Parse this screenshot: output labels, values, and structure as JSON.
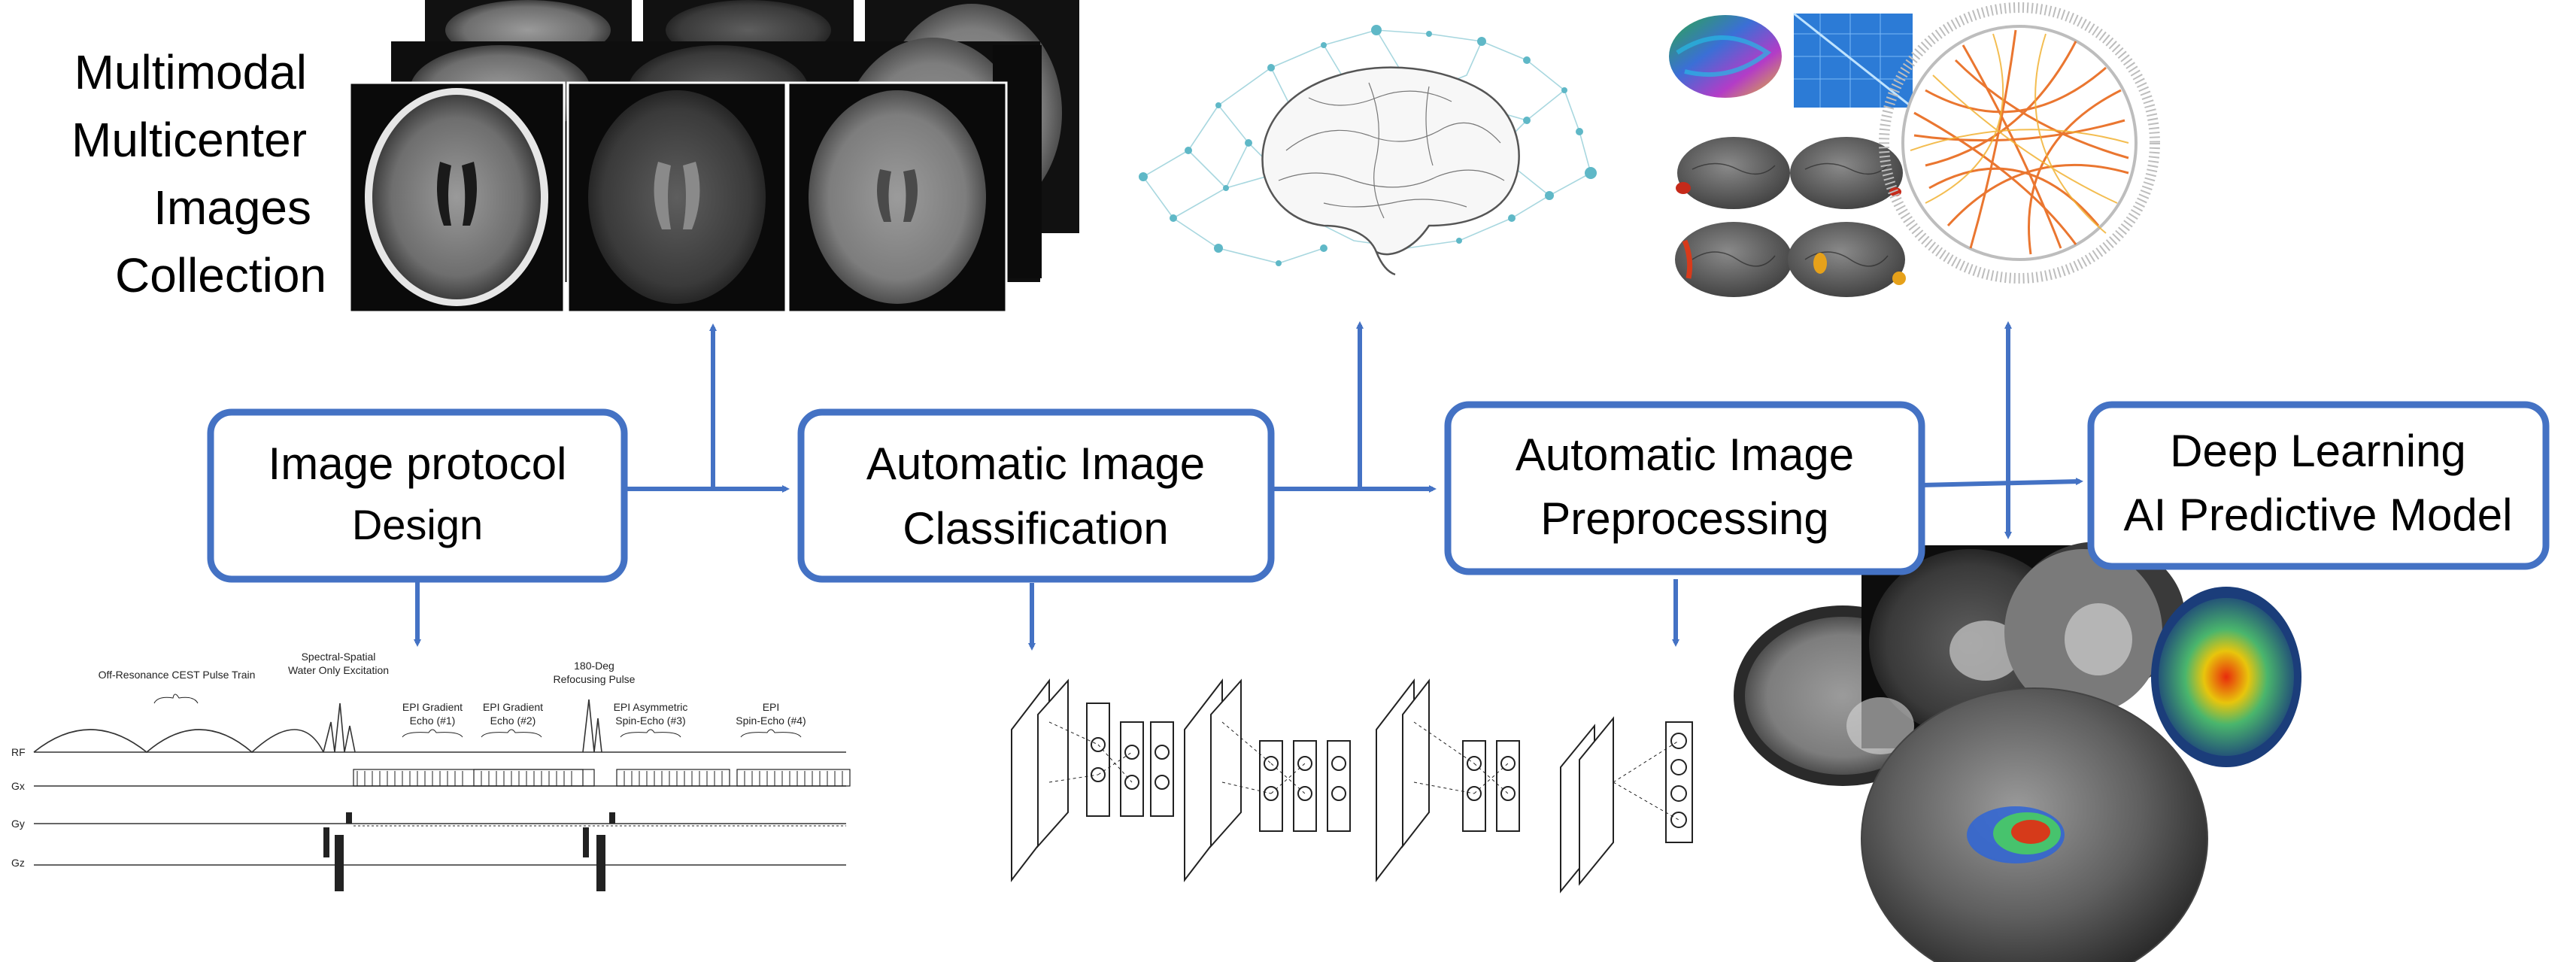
{
  "colors": {
    "box_stroke": "#4472C4",
    "arrow": "#4472C4",
    "text": "#000000",
    "connectome_lines": "#E8681A",
    "network_nodes": "#5FB8C7"
  },
  "collection_label": [
    "Multimodal",
    "Multicenter",
    "Images",
    "Collection"
  ],
  "boxes": {
    "protocol": [
      "Image protocol",
      "Design"
    ],
    "classification": [
      "Automatic Image",
      "Classification"
    ],
    "preprocessing": [
      "Automatic Image",
      "Preprocessing"
    ],
    "model": [
      "Deep Learning",
      "AI Predictive Model"
    ]
  },
  "pulse_diagram": {
    "rows": [
      "RF",
      "Gx",
      "Gy",
      "Gz"
    ],
    "annotations": {
      "cest": "Off-Resonance CEST Pulse Train",
      "spectral_1": "Spectral-Spatial",
      "spectral_2": "Water Only Excitation",
      "refocus_1": "180-Deg",
      "refocus_2": "Refocusing Pulse",
      "epi1_1": "EPI Gradient",
      "epi1_2": "Echo (#1)",
      "epi2_1": "EPI Gradient",
      "epi2_2": "Echo (#2)",
      "epi3_1": "EPI Asymmetric",
      "epi3_2": "Spin-Echo (#3)",
      "epi4_1": "EPI",
      "epi4_2": "Spin-Echo (#4)"
    }
  },
  "images": {
    "mri_stack": "axial-mri-stack",
    "brain_network": "brain-network-illustration",
    "cortical_maps": "cortical-surface-maps",
    "connectome": "connectome-chord-plot",
    "cnn": "cnn-architecture",
    "tumor_mri": "tumor-mri-3d-render"
  }
}
